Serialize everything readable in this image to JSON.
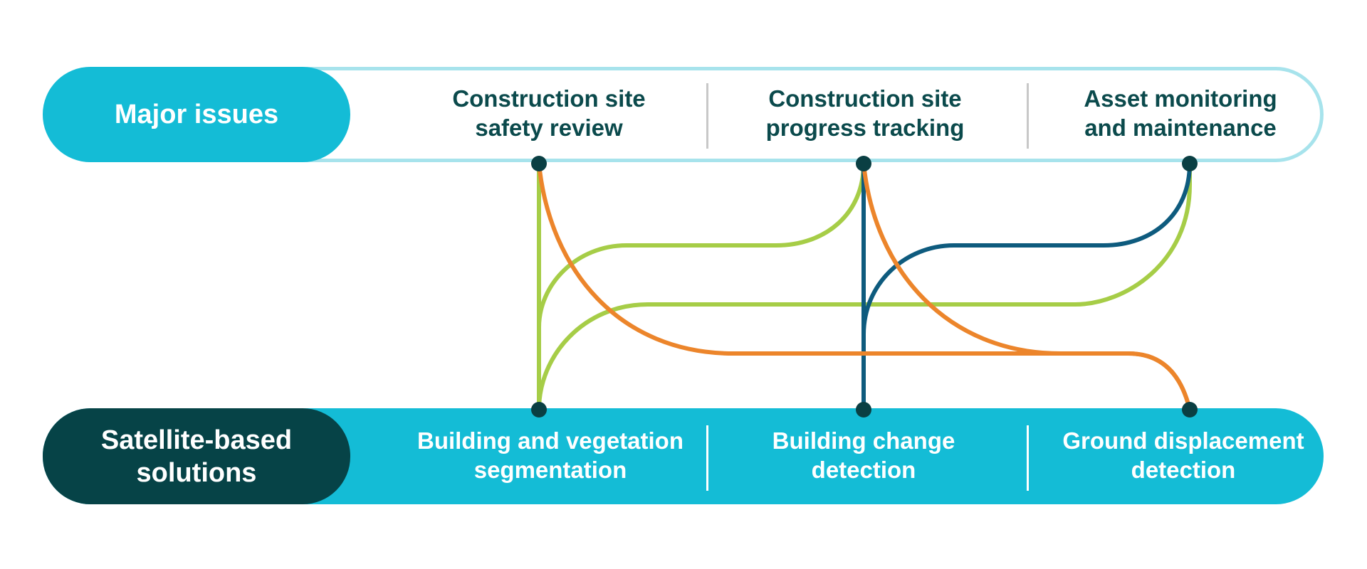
{
  "diagram": {
    "issues_header": "Major issues",
    "solutions_header": "Satellite-based\nsolutions",
    "issues": [
      "Construction site\nsafety review",
      "Construction site\nprogress tracking",
      "Asset monitoring\nand maintenance"
    ],
    "solutions": [
      "Building and vegetation\nsegmentation",
      "Building change\ndetection",
      "Ground displacement\ndetection"
    ],
    "colors": {
      "accent_cyan": "#14bcd6",
      "dark_teal": "#064347",
      "issue_text": "#0b4a4c",
      "light_cyan_border": "#a7e3ec",
      "green": "#a6cd47",
      "orange": "#ec852b",
      "navy": "#0e5b7e"
    },
    "connections": [
      {
        "issue": 0,
        "solution": 0,
        "color": "green"
      },
      {
        "issue": 0,
        "solution": 2,
        "color": "orange"
      },
      {
        "issue": 1,
        "solution": 0,
        "color": "green"
      },
      {
        "issue": 1,
        "solution": 1,
        "color": "navy"
      },
      {
        "issue": 1,
        "solution": 2,
        "color": "orange"
      },
      {
        "issue": 2,
        "solution": 0,
        "color": "green"
      },
      {
        "issue": 2,
        "solution": 1,
        "color": "navy"
      }
    ]
  }
}
